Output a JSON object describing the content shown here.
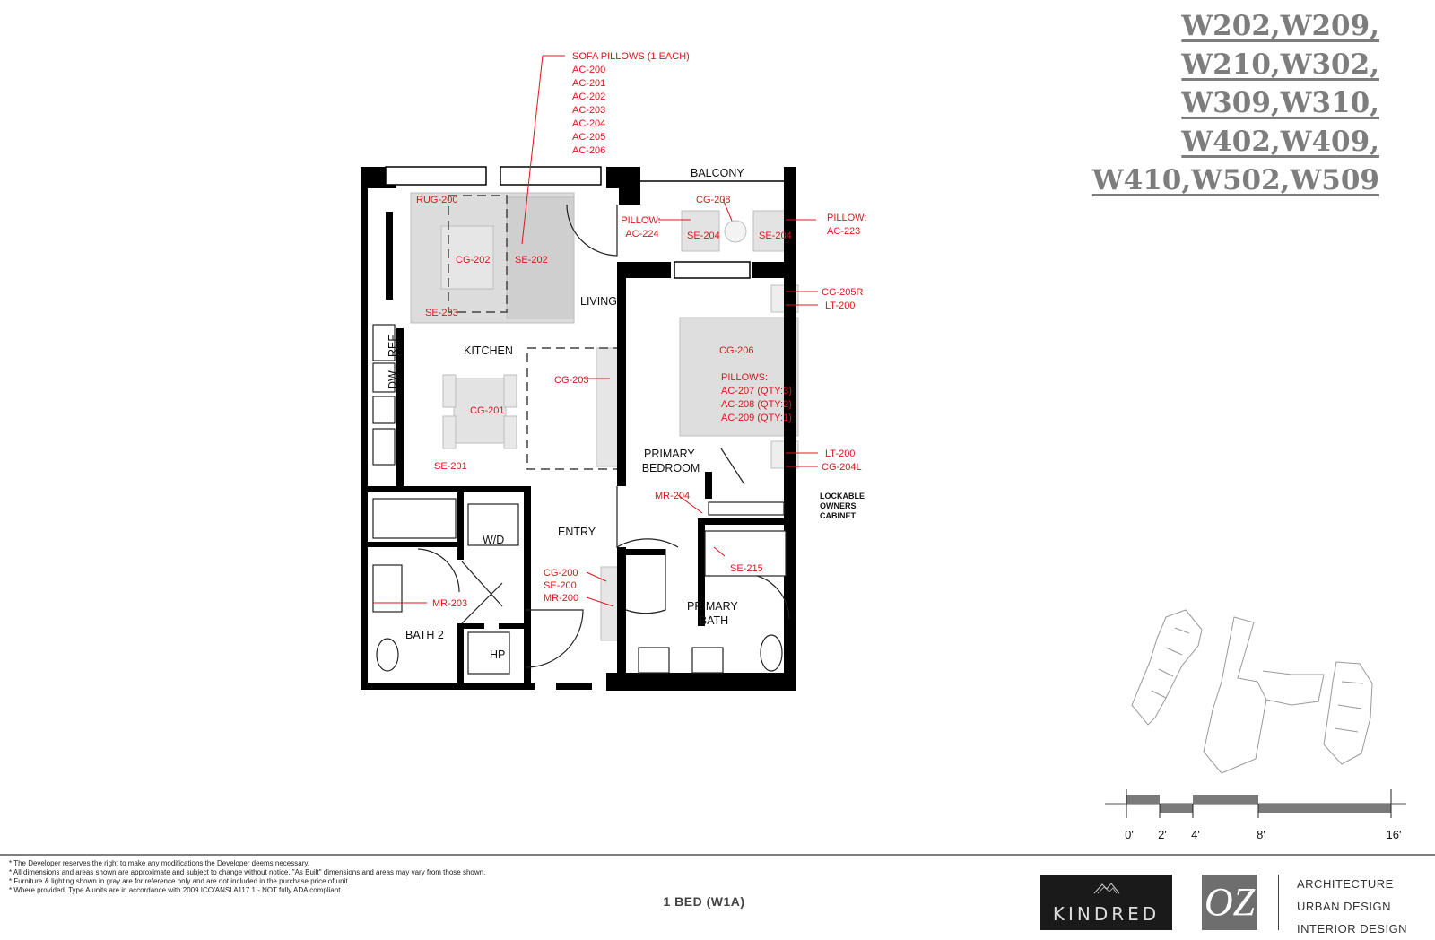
{
  "unit_numbers": [
    "W202,W209,",
    "W210,W302,",
    "W309,W310,",
    "W402,W409,",
    "W410,W502,W509"
  ],
  "rooms": {
    "balcony": "BALCONY",
    "living": "LIVING",
    "kitchen": "KITCHEN",
    "ref": "REF",
    "dw": "DW",
    "primary_bedroom": [
      "PRIMARY",
      "BEDROOM"
    ],
    "entry": "ENTRY",
    "wd": "W/D",
    "hp": "HP",
    "bath2": "BATH 2",
    "primary_bath": [
      "PRIMARY",
      "BATH"
    ],
    "cabinet": [
      "LOCKABLE",
      "OWNERS",
      "CABINET"
    ]
  },
  "tags": {
    "sofa_pillows": [
      "SOFA PILLOWS (1 EACH)",
      "AC-200",
      "AC-201",
      "AC-202",
      "AC-203",
      "AC-204",
      "AC-205",
      "AC-206"
    ],
    "rug": "RUG-200",
    "cg202": "CG-202",
    "se202": "SE-202",
    "se203": "SE-203",
    "pillow_left": [
      "PILLOW:",
      "AC-224"
    ],
    "cg208": "CG-208",
    "se204a": "SE-204",
    "se204b": "SE-204",
    "pillow_right": [
      "PILLOW:",
      "AC-223"
    ],
    "cg205r": "CG-205R",
    "lt200_top": "LT-200",
    "cg206": "CG-206",
    "bed_pillows": [
      "PILLOWS:",
      "AC-207 (QTY:3)",
      "AC-208 (QTY:2)",
      "AC-209 (QTY:1)"
    ],
    "cg203": "CG-203",
    "cg201": "CG-201",
    "se201": "SE-201",
    "lt200_bottom": "LT-200",
    "cg204l": "CG-204L",
    "mr204": "MR-204",
    "se215": "SE-215",
    "entry_tags": [
      "CG-200",
      "SE-200",
      "MR-200"
    ],
    "mr203": "MR-203"
  },
  "scale_bar": {
    "labels": [
      "0'",
      "2'",
      "4'",
      "8'",
      "16'"
    ]
  },
  "notes": [
    "* The Developer reserves the right to make any modifications the Developer deems necessary.",
    "* All dimensions and areas shown are approximate and subject to change without notice. \"As Built\" dimensions and areas may vary from those shown.",
    "* Furniture & lighting shown in gray are for reference only and are not included in the purchase price of unit.",
    "* Where provided, Type A units are in accordance with 2009 ICC/ANSI A117.1 - NOT fully ADA compliant."
  ],
  "unit_type": "1 BED (W1A)",
  "logos": {
    "kindred": "KINDRED",
    "oz": "OZ"
  },
  "firm_lines": [
    "ARCHITECTURE",
    "URBAN DESIGN",
    "INTERIOR DESIGN"
  ],
  "colors": {
    "walls": "#000000",
    "tag_red": "#e0141e",
    "furniture_gray": "#d9d9d9",
    "unit_gray": "#7d7d7d"
  }
}
